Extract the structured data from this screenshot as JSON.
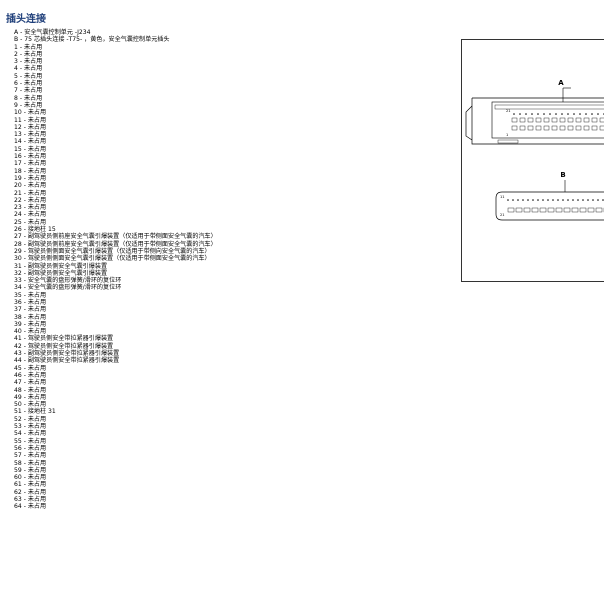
{
  "page_title": "插头连接",
  "connector_a_label": "A",
  "connector_b_label": "B",
  "connector_a_pin_marks": [
    "21",
    "1"
  ],
  "connector_b_pin_marks": [
    "11",
    "21"
  ],
  "pins": [
    "A - 安全气囊控制单元 -J234",
    "B - 75 芯插头连接 -T75- ，黄色，安全气囊控制单元插头",
    "1 - 未占用",
    "2 - 未占用",
    "3 - 未占用",
    "4 - 未占用",
    "5 - 未占用",
    "6 - 未占用",
    "7 - 未占用",
    "8 - 未占用",
    "9 - 未占用",
    "10 - 未占用",
    "11 - 未占用",
    "12 - 未占用",
    "13 - 未占用",
    "14 - 未占用",
    "15 - 未占用",
    "16 - 未占用",
    "17 - 未占用",
    "18 - 未占用",
    "19 - 未占用",
    "20 - 未占用",
    "21 - 未占用",
    "22 - 未占用",
    "23 - 未占用",
    "24 - 未占用",
    "25 - 未占用",
    "26 - 接地柱 15",
    "27 - 副驾驶员侧前座安全气囊引爆装置（仅适用于带侧面安全气囊的汽车）",
    "28 - 副驾驶员侧前座安全气囊引爆装置（仅适用于带侧面安全气囊的汽车）",
    "29 - 驾驶员侧侧面安全气囊引爆装置（仅适用于带侧向安全气囊的汽车）",
    "30 - 驾驶员侧侧面安全气囊引爆装置（仅适用于带侧面安全气囊的汽车）",
    "31 - 副驾驶员侧安全气囊引爆装置",
    "32 - 副驾驶员侧安全气囊引爆装置",
    "33 - 安全气囊的盘形弹簧/滑环的复位环",
    "34 - 安全气囊的盘形弹簧/滑环的复位环",
    "35 - 未占用",
    "36 - 未占用",
    "37 - 未占用",
    "38 - 未占用",
    "39 - 未占用",
    "40 - 未占用",
    "41 - 驾驶员侧安全带拉紧器引爆装置",
    "42 - 驾驶员侧安全带拉紧器引爆装置",
    "43 - 副驾驶员侧安全带拉紧器引爆装置",
    "44 - 副驾驶员侧安全带拉紧器引爆装置",
    "45 - 未占用",
    "46 - 未占用",
    "47 - 未占用",
    "48 - 未占用",
    "49 - 未占用",
    "50 - 未占用",
    "51 - 接地柱 31",
    "52 - 未占用",
    "53 - 未占用",
    "54 - 未占用",
    "55 - 未占用",
    "56 - 未占用",
    "57 - 未占用",
    "58 - 未占用",
    "59 - 未占用",
    "60 - 未占用",
    "61 - 未占用",
    "62 - 未占用",
    "63 - 未占用",
    "64 - 未占用"
  ]
}
